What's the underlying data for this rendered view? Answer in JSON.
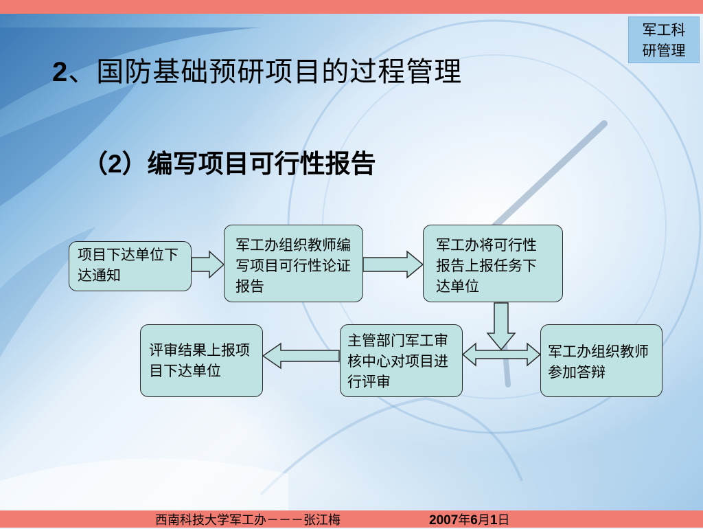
{
  "corner_tag": {
    "line1": "军工科",
    "line2": "研管理"
  },
  "title": {
    "number": "2",
    "text": "、国防基础预研项目的过程管理"
  },
  "subtitle": {
    "open": "（",
    "number": "2",
    "text": "）编写项目可行性报告"
  },
  "flow": {
    "box1": "项目下达单位下达通知",
    "box2": "军工办组织教师编写项目可行性论证报告",
    "box3": "军工办将可行性报告上报任务下达单位",
    "box4": "军工办组织教师参加答辩",
    "box5": "主管部门军工审核中心对项目进行评审",
    "box6": "评审结果上报项目下达单位"
  },
  "footer": {
    "author": "西南科技大学军工办－－－张江梅",
    "year": "2007",
    "year_unit": "年",
    "month": "6",
    "month_unit": "月",
    "day": "1",
    "day_unit": "日"
  },
  "colors": {
    "accent_bar": "#f07c72",
    "box_fill": "#bfe3e2",
    "tag_fill": "#9ecbea"
  }
}
